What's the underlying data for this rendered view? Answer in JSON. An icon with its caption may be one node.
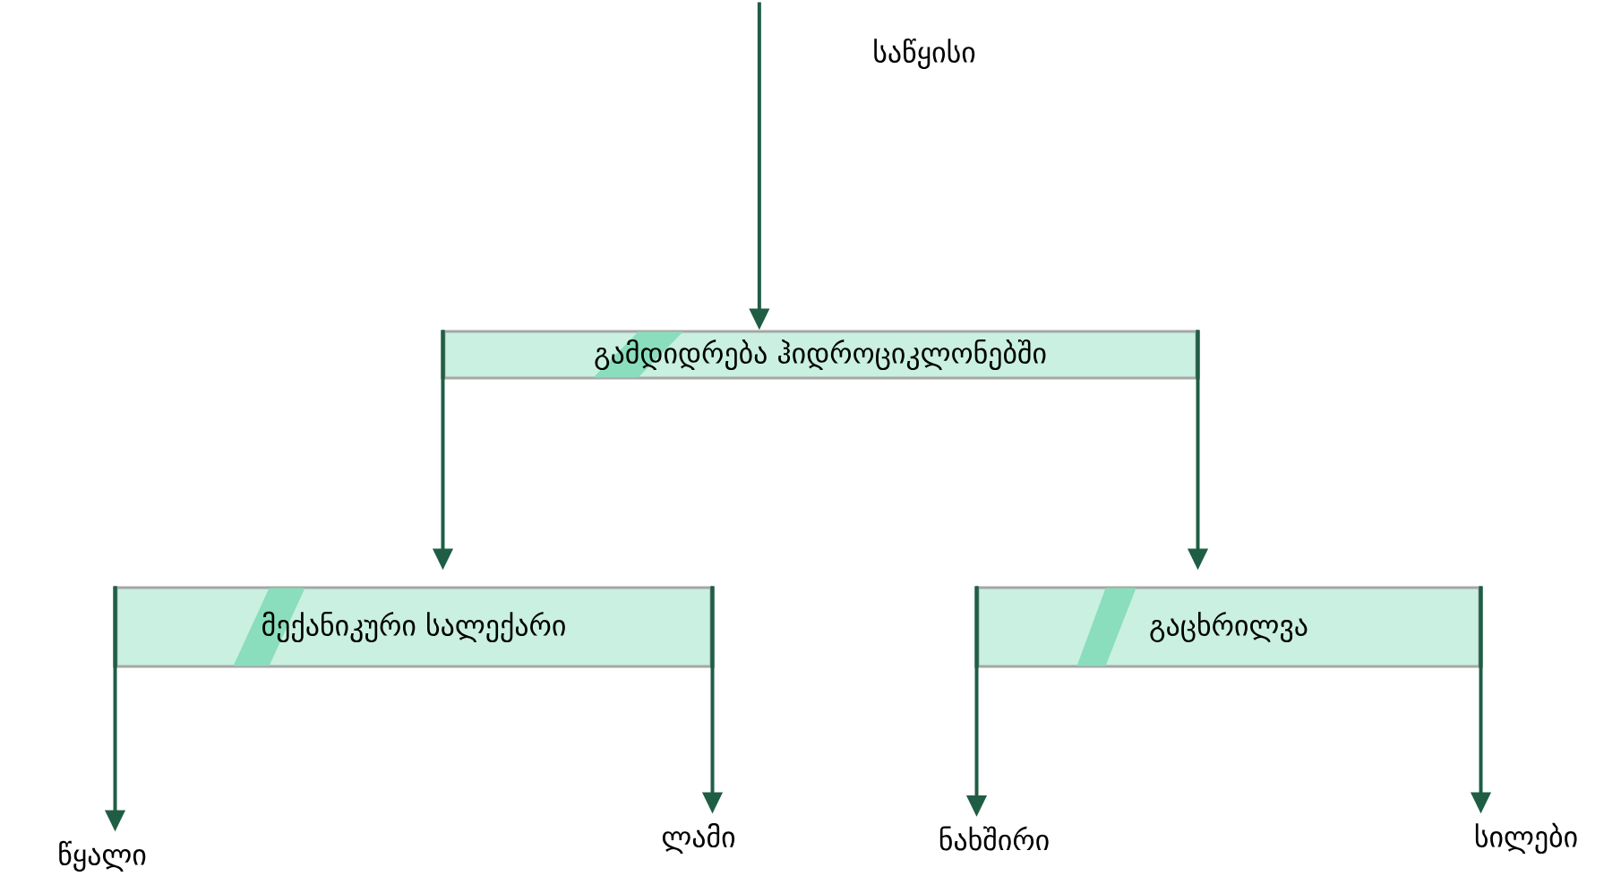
{
  "diagram": {
    "nodes": [
      {
        "text": [
          "საწყისი"
        ]
      },
      {
        "text": [
          "გამდიდრება ჰიდროციკლონებში"
        ]
      },
      {
        "text": [
          "მექანიკური სალექარი"
        ]
      },
      {
        "text": [
          "გაცხრილვა"
        ]
      },
      {
        "text": [
          "წყალი"
        ]
      },
      {
        "text": [
          "ლამი"
        ]
      },
      {
        "text": [
          "ნახშირი"
        ]
      },
      {
        "text": [
          "სილები"
        ]
      }
    ],
    "edges": [
      {
        "from": 0,
        "to": 1,
        "arrow": "to"
      },
      {
        "from": 1,
        "to": 2,
        "arrow": "to"
      },
      {
        "from": 1,
        "to": 3,
        "arrow": "to"
      },
      {
        "from": 2,
        "to": 4,
        "arrow": "to"
      },
      {
        "from": 2,
        "to": 5,
        "arrow": "to"
      },
      {
        "from": 3,
        "to": 6,
        "arrow": "to"
      },
      {
        "from": 3,
        "to": 7,
        "arrow": "to"
      }
    ]
  }
}
